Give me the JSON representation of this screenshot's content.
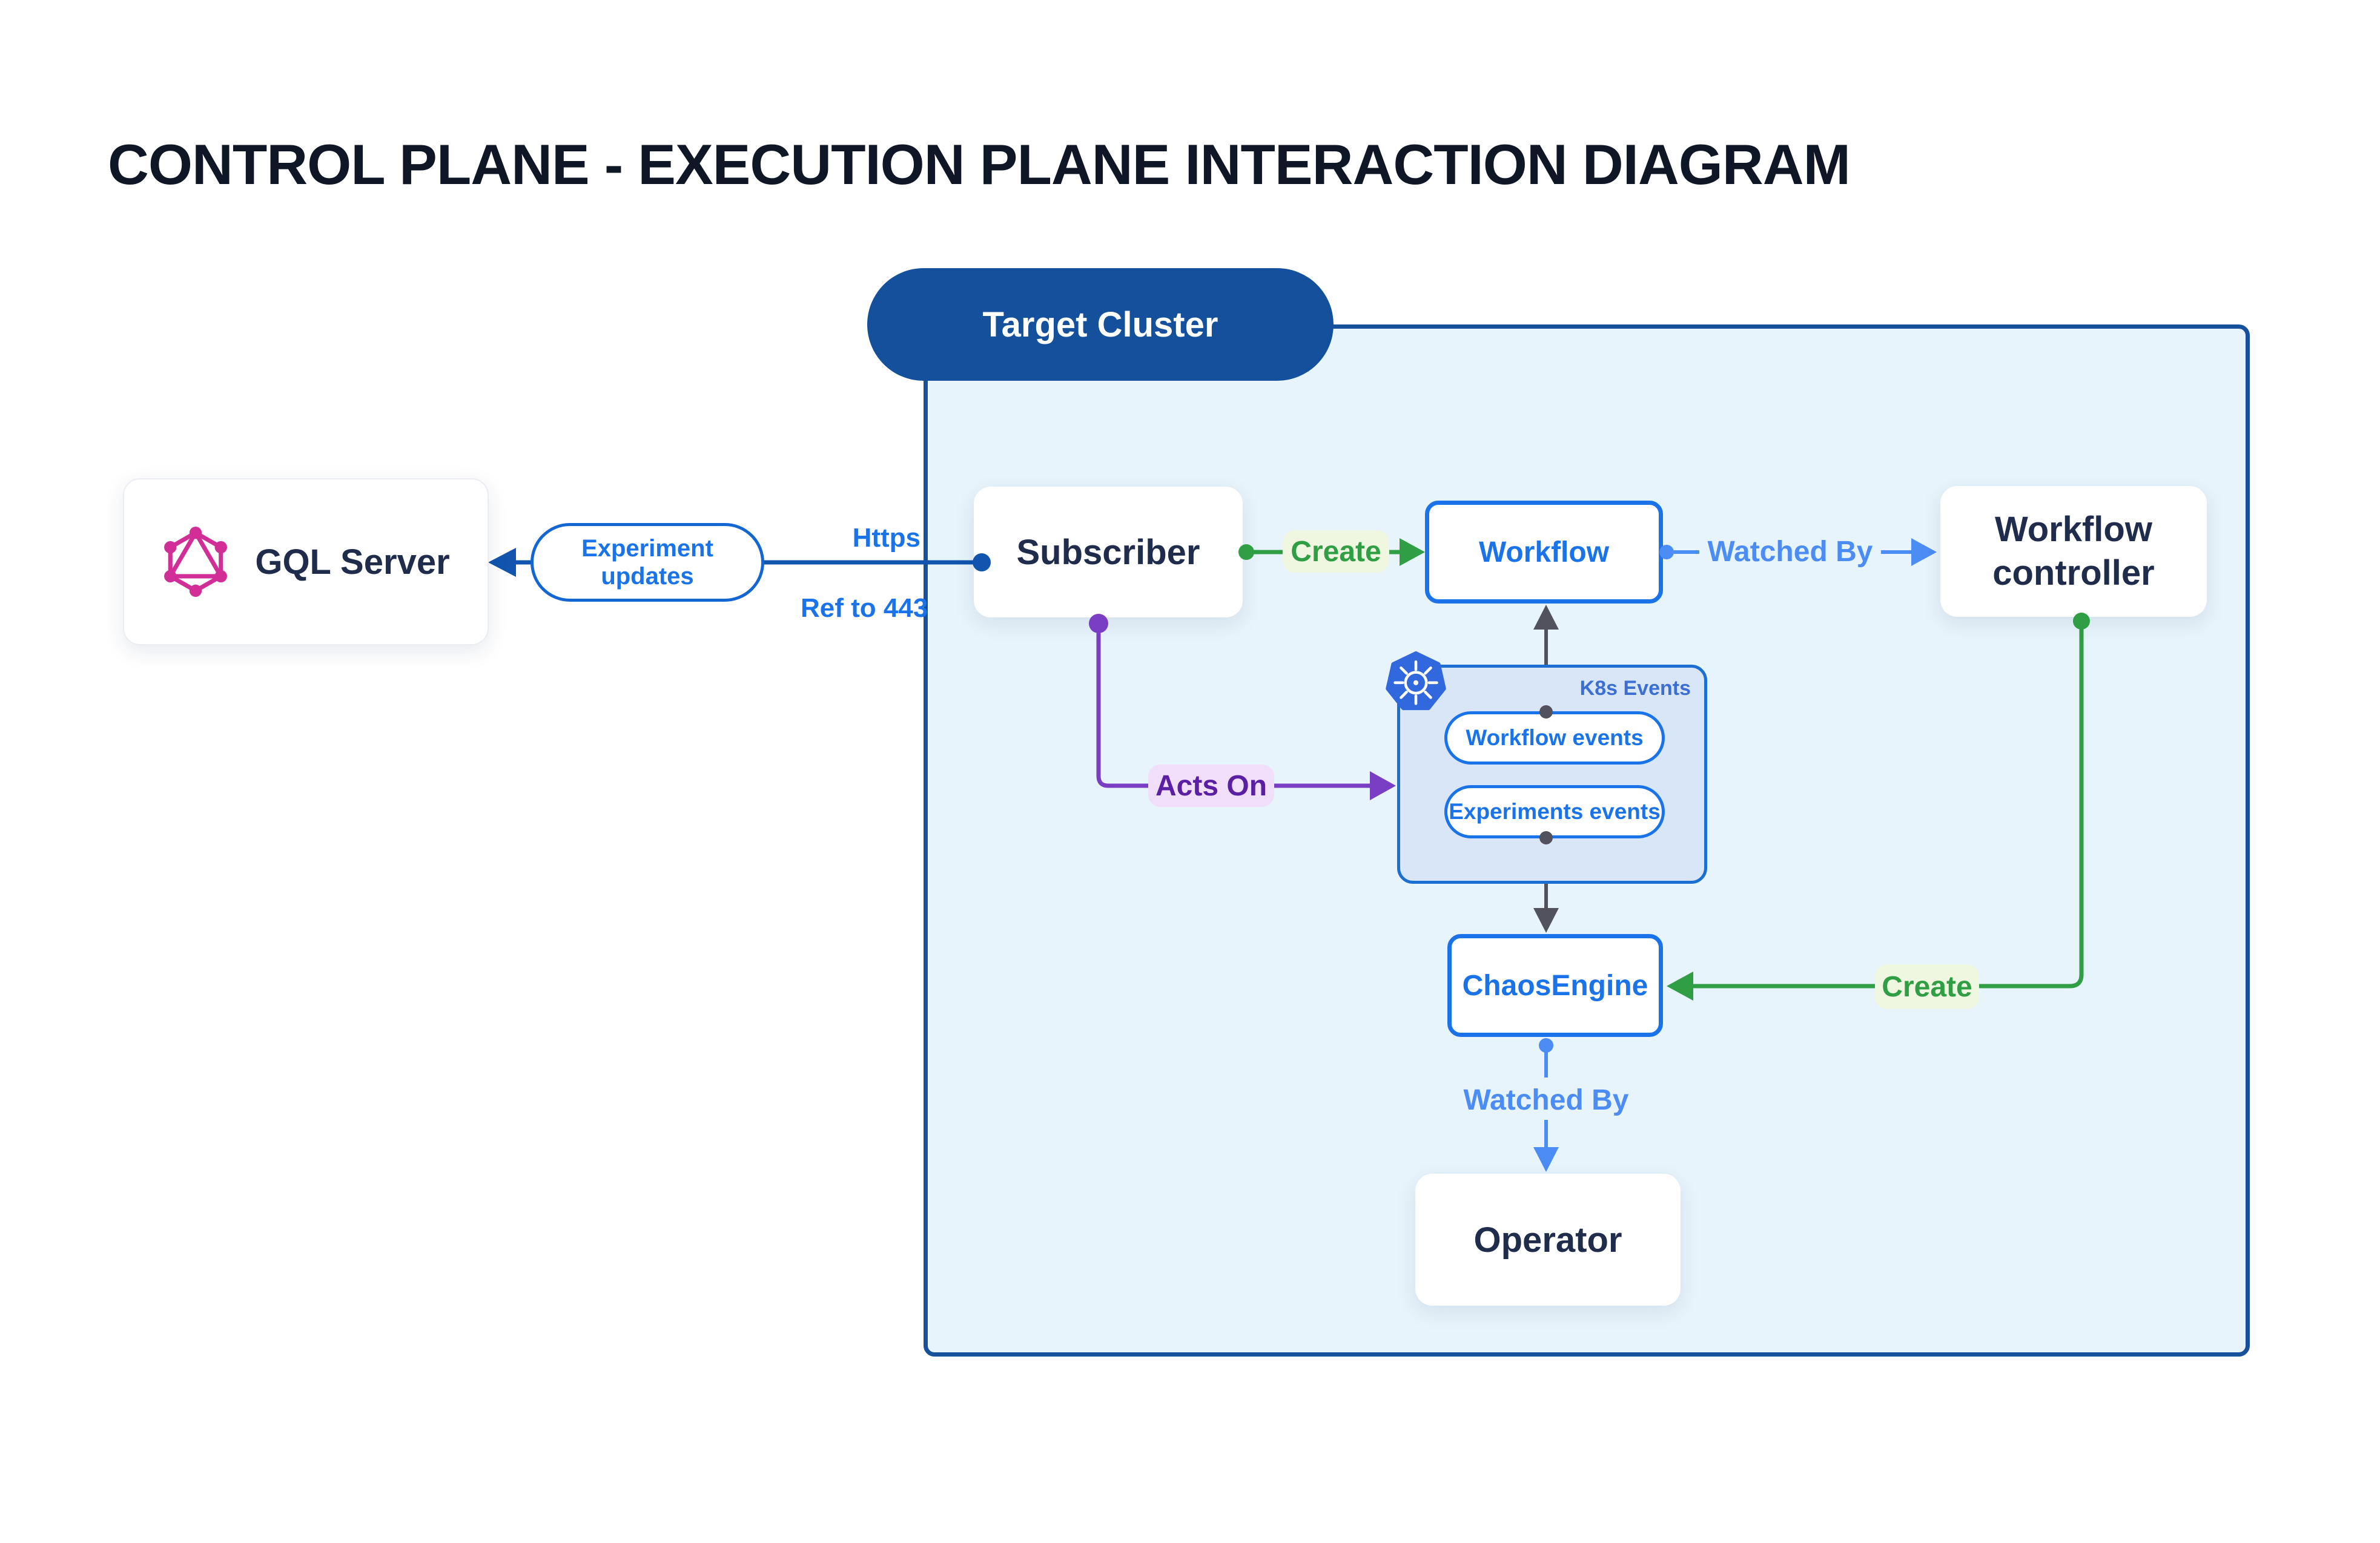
{
  "title": "CONTROL PLANE - EXECUTION PLANE INTERACTION DIAGRAM",
  "cluster": {
    "label": "Target Cluster"
  },
  "nodes": {
    "gql_server": {
      "label": "GQL Server",
      "icon": "graphql-icon"
    },
    "subscriber": {
      "label": "Subscriber"
    },
    "workflow": {
      "label": "Workflow"
    },
    "workflow_controller": {
      "label": "Workflow controller"
    },
    "chaos_engine": {
      "label": "ChaosEngine"
    },
    "operator": {
      "label": "Operator"
    },
    "k8s_events": {
      "label": "K8s Events",
      "icon": "kubernetes-icon",
      "pills": [
        "Workflow events",
        "Experiments events"
      ]
    }
  },
  "edges": {
    "experiment_updates": "Experiment updates",
    "https": "Https",
    "ref_443": "Ref to 443",
    "create_workflow": "Create",
    "watched_by_workflow": "Watched By",
    "acts_on": "Acts On",
    "create_chaosengine": "Create",
    "watched_by_operator": "Watched By"
  },
  "colors": {
    "title_text": "#0f1726",
    "node_text": "#1f2c4b",
    "cluster_fill": "#e8f4fb",
    "cluster_border": "#16519c",
    "cluster_pill": "#14509c",
    "bright_blue": "#1a73e8",
    "dark_blue_line": "#1155af",
    "light_blue": "#4b8cf5",
    "green": "#2f9e44",
    "green_chip_bg": "#eff7e0",
    "purple": "#7a3ec4",
    "purple_text": "#5a1fa3",
    "purple_chip_bg": "#f0defa",
    "slate": "#52525e",
    "k8s_group_fill": "#d9e6f8",
    "k8s_icon_blue": "#3168de",
    "graphql_pink": "#d22e98"
  }
}
